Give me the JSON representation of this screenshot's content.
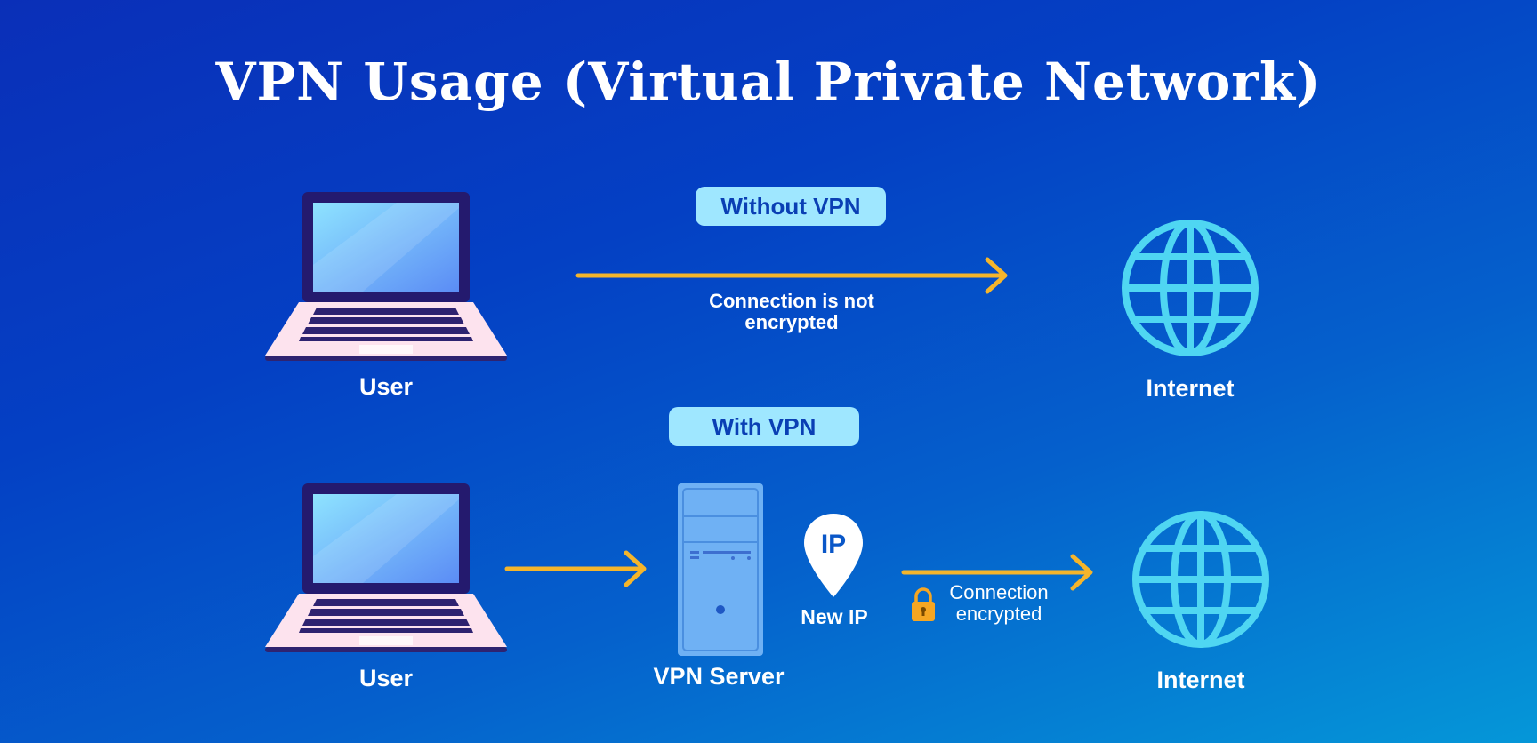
{
  "title": "VPN Usage (Virtual Private Network)",
  "without_vpn": {
    "pill": "Without VPN",
    "user_label": "User",
    "note_line1": "Connection is not",
    "note_line2": "encrypted",
    "internet_label": "Internet"
  },
  "with_vpn": {
    "pill": "With VPN",
    "user_label": "User",
    "server_label": "VPN Server",
    "pin_text": "IP",
    "pin_label": "New IP",
    "note_line1": "Connection",
    "note_line2": "encrypted",
    "internet_label": "Internet"
  },
  "colors": {
    "arrow": "#f5b52b",
    "pill_bg": "#9fe7ff",
    "globe": "#4fd6f2",
    "server": "#6fb1f4",
    "lock": "#f5a623"
  },
  "icons": [
    "laptop-icon",
    "globe-icon",
    "server-icon",
    "location-pin-icon",
    "lock-icon",
    "arrow-right-icon"
  ]
}
